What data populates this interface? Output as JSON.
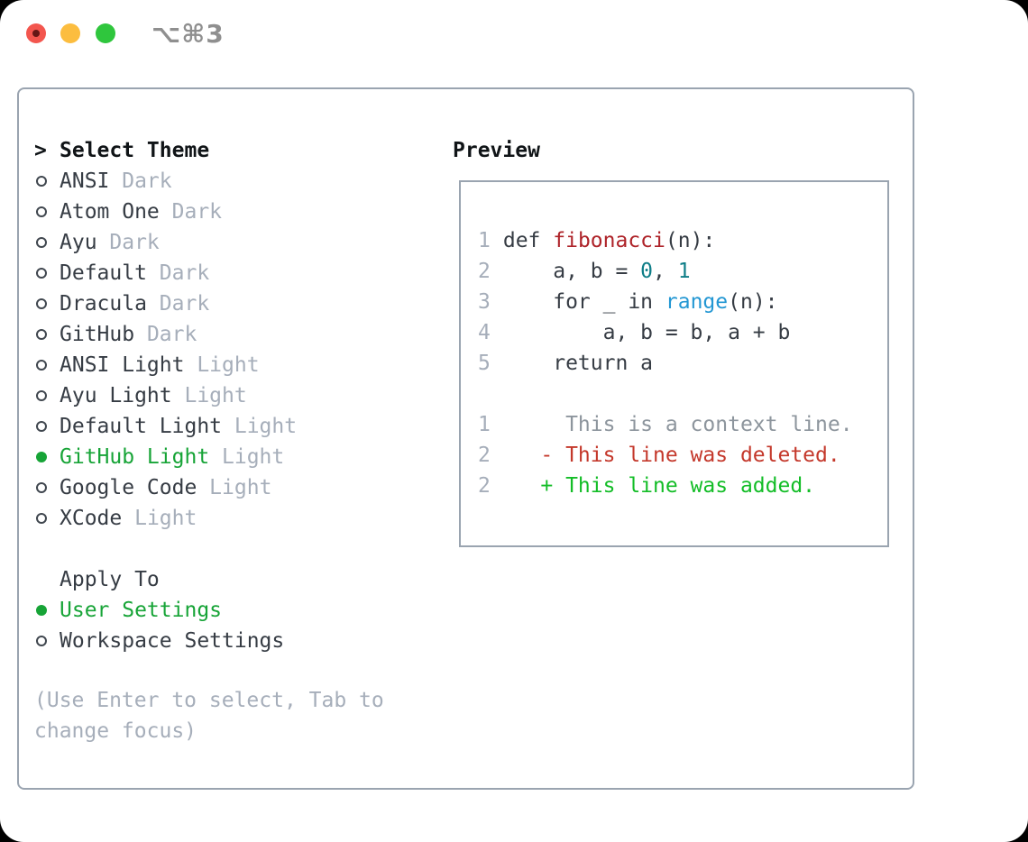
{
  "window": {
    "title": "⌥⌘3",
    "traffic_lights": [
      {
        "name": "close-button"
      },
      {
        "name": "minimize-button"
      },
      {
        "name": "zoom-button"
      }
    ]
  },
  "theme_picker": {
    "header": {
      "prompt": ">",
      "label": "Select Theme"
    },
    "themes": [
      {
        "name": "ANSI",
        "tag": "Dark",
        "selected": false
      },
      {
        "name": "Atom One",
        "tag": "Dark",
        "selected": false
      },
      {
        "name": "Ayu",
        "tag": "Dark",
        "selected": false
      },
      {
        "name": "Default",
        "tag": "Dark",
        "selected": false
      },
      {
        "name": "Dracula",
        "tag": "Dark",
        "selected": false
      },
      {
        "name": "GitHub",
        "tag": "Dark",
        "selected": false
      },
      {
        "name": "ANSI Light",
        "tag": "Light",
        "selected": false
      },
      {
        "name": "Ayu Light",
        "tag": "Light",
        "selected": false
      },
      {
        "name": "Default Light",
        "tag": "Light",
        "selected": false
      },
      {
        "name": "GitHub Light",
        "tag": "Light",
        "selected": true
      },
      {
        "name": "Google Code",
        "tag": "Light",
        "selected": false
      },
      {
        "name": "XCode",
        "tag": "Light",
        "selected": false
      }
    ],
    "apply_to": {
      "label": "Apply To",
      "options": [
        {
          "name": "User Settings",
          "selected": true
        },
        {
          "name": "Workspace Settings",
          "selected": false
        }
      ]
    },
    "help_lines": [
      "(Use Enter to select, Tab to",
      "change focus)"
    ]
  },
  "preview": {
    "label": "Preview",
    "code_lines": [
      {
        "num": "1",
        "tokens": [
          {
            "t": " def ",
            "c": "code"
          },
          {
            "t": "fibonacci",
            "c": "func"
          },
          {
            "t": "(n):",
            "c": "code"
          }
        ]
      },
      {
        "num": "2",
        "tokens": [
          {
            "t": "     a, b = ",
            "c": "code"
          },
          {
            "t": "0",
            "c": "num"
          },
          {
            "t": ", ",
            "c": "code"
          },
          {
            "t": "1",
            "c": "num"
          }
        ]
      },
      {
        "num": "3",
        "tokens": [
          {
            "t": "     for _ in ",
            "c": "code"
          },
          {
            "t": "range",
            "c": "builtin"
          },
          {
            "t": "(n):",
            "c": "code"
          }
        ]
      },
      {
        "num": "4",
        "tokens": [
          {
            "t": "         a, b = b, a + b",
            "c": "code"
          }
        ]
      },
      {
        "num": "5",
        "tokens": [
          {
            "t": "     return a",
            "c": "code"
          }
        ]
      }
    ],
    "diff_lines": [
      {
        "num": "1",
        "text": "      This is a context line.",
        "kind": "context"
      },
      {
        "num": "2",
        "text": "    - This line was deleted.",
        "kind": "del"
      },
      {
        "num": "2",
        "text": "    + This line was added.",
        "kind": "add"
      }
    ]
  },
  "colors": {
    "accent_green": "#17a437",
    "diff_red": "#c4382b",
    "diff_green": "#13bd27",
    "function_red": "#ae2329",
    "number_teal": "#0f7e88",
    "builtin_blue": "#2397d3",
    "muted_gray": "#a6aeba",
    "border_gray": "#9aa4b0",
    "text_dark": "#363c44"
  }
}
